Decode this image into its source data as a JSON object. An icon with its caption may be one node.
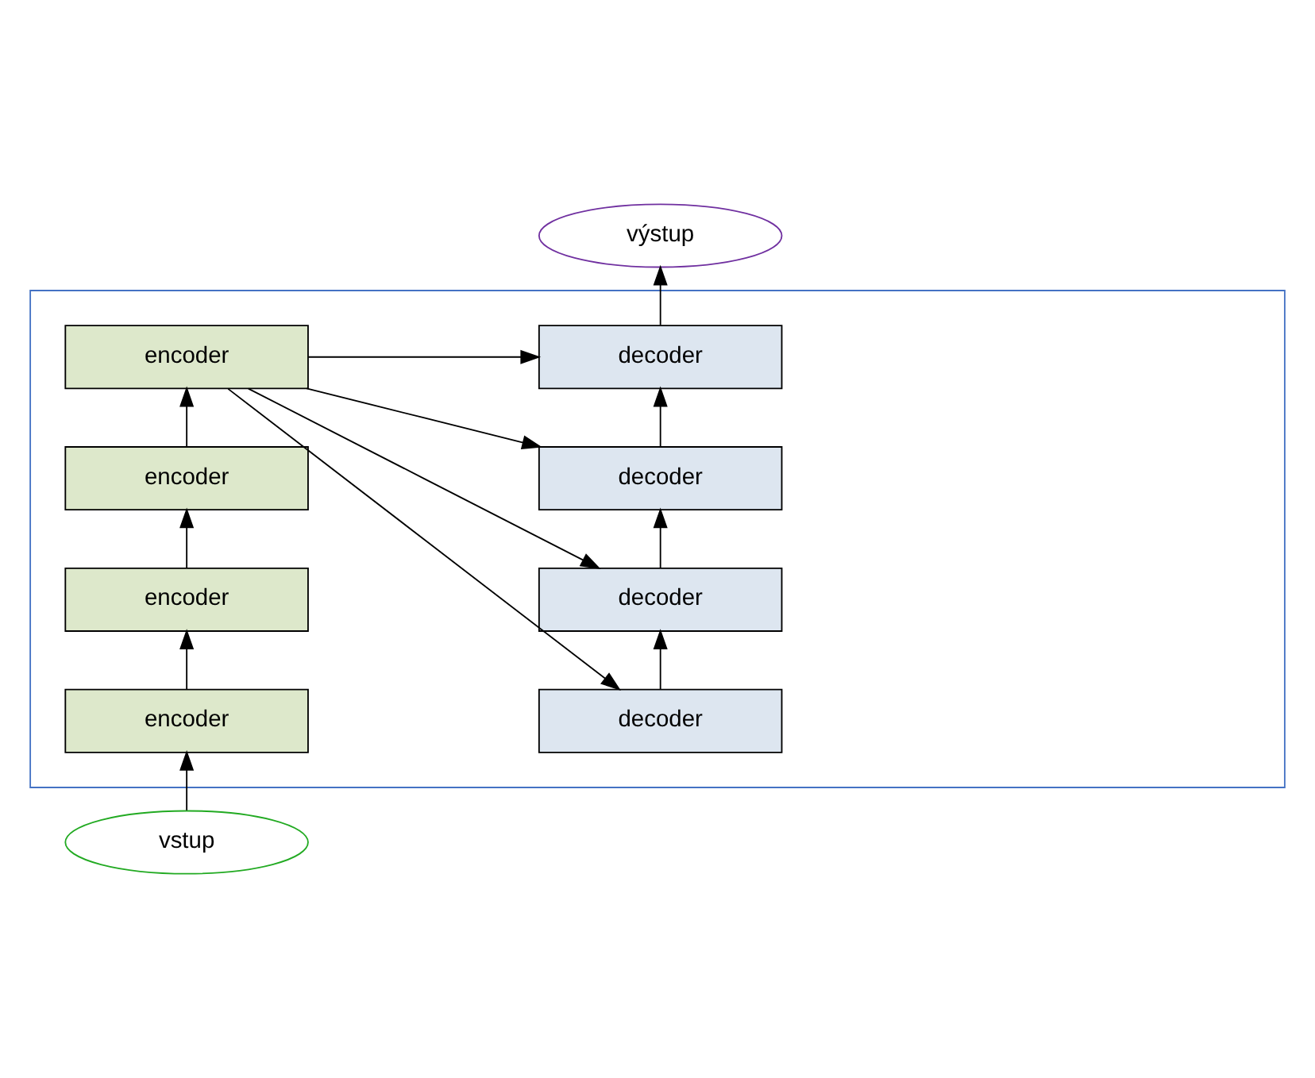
{
  "diagram": {
    "nodes": [
      {
        "text": [
          "výstup"
        ]
      },
      {
        "text": [],
        "shape": "box"
      },
      {
        "text": [
          "encoder"
        ],
        "in": 1
      },
      {
        "text": [
          "decoder"
        ],
        "in": 1
      },
      {
        "text": [
          "encoder"
        ],
        "in": 1
      },
      {
        "text": [
          "decoder"
        ],
        "in": 1
      },
      {
        "text": [
          "encoder"
        ],
        "in": 1
      },
      {
        "text": [
          "decoder"
        ],
        "in": 1
      },
      {
        "text": [
          "encoder"
        ],
        "in": 1
      },
      {
        "text": [
          "decoder"
        ],
        "in": 1
      },
      {
        "text": [
          "vstup"
        ]
      }
    ],
    "edges": [
      {
        "from": 10,
        "to": 8,
        "arrow": "to"
      },
      {
        "from": 8,
        "to": 6,
        "arrow": "to"
      },
      {
        "from": 6,
        "to": 4,
        "arrow": "to"
      },
      {
        "from": 4,
        "to": 2,
        "arrow": "to"
      },
      {
        "from": 2,
        "to": 3,
        "arrow": "to"
      },
      {
        "from": 2,
        "to": 5,
        "arrow": "to"
      },
      {
        "from": 2,
        "to": 7,
        "arrow": "to"
      },
      {
        "from": 2,
        "to": 9,
        "arrow": "to"
      },
      {
        "from": 9,
        "to": 7,
        "arrow": "to"
      },
      {
        "from": 7,
        "to": 5,
        "arrow": "to"
      },
      {
        "from": 5,
        "to": 3,
        "arrow": "to"
      },
      {
        "from": 3,
        "to": 0,
        "arrow": "to"
      }
    ]
  }
}
